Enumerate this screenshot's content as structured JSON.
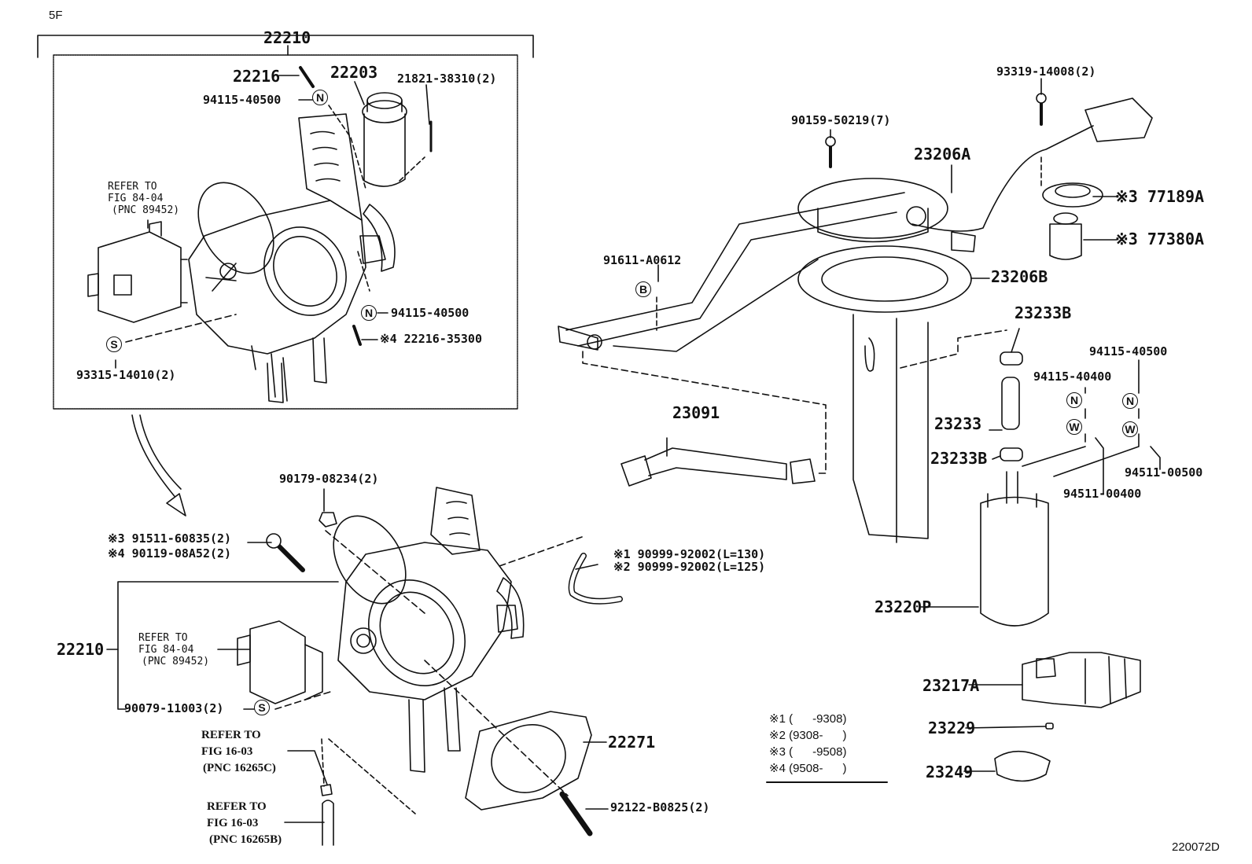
{
  "diagram": {
    "section_code": "5F",
    "figure_id": "220072D",
    "colors": {
      "ink": "#111111",
      "background": "#ffffff"
    },
    "throttle_top": {
      "assembly": "22210",
      "parts": {
        "spring_top": "22216",
        "idle_valve": "22203",
        "screw_valve": "21821-38310(2)",
        "nut_top": "94115-40500",
        "nut_right": "94115-40500",
        "stud_right": "※4 22216-35300",
        "screw_sensor": "93315-14010(2)"
      },
      "refer": {
        "line1": "REFER TO",
        "line2": "FIG 84-04",
        "line3": "(PNC 89452)"
      }
    },
    "throttle_bottom": {
      "assembly": "22210",
      "parts": {
        "nut": "90179-08234(2)",
        "bolt_1": "※3 91511-60835(2)",
        "bolt_2": "※4 90119-08A52(2)",
        "hose_1": "※1 90999-92002(L=130)",
        "hose_2": "※2 90999-92002(L=125)",
        "screw_sensor": "90079-11003(2)",
        "gasket": "22271",
        "stud": "92122-B0825(2)"
      },
      "refer_sensor": {
        "line1": "REFER TO",
        "line2": "FIG 84-04",
        "line3": "(PNC 89452)"
      },
      "refer_clip": {
        "line1": "REFER TO",
        "line2": "FIG 16-03",
        "line3": "(PNC 16265C)"
      },
      "refer_hose": {
        "line1": "REFER TO",
        "line2": "FIG 16-03",
        "line3": "(PNC 16265B)"
      }
    },
    "fuel_pump": {
      "screw_plate": "90159-50219(7)",
      "screw_connector": "93319-14008(2)",
      "bracket_a": "23206A",
      "bracket_b": "23206B",
      "bolt_b": "91611-A0612",
      "fuel_pipe": "23091",
      "retainer": "※3 77189A",
      "cushion": "※3 77380A",
      "clamp_top": "23233B",
      "hose": "23233",
      "clamp_bottom": "23233B",
      "nut_1": "94115-40400",
      "nut_2": "94115-40500",
      "washer_1": "94511-00400",
      "washer_2": "94511-00500",
      "pump": "23220P",
      "filter": "23217A",
      "clip": "23229",
      "cushion_bottom": "23249"
    },
    "symbols": {
      "nut": "N",
      "washer": "W",
      "screw": "S",
      "bolt": "B"
    },
    "legend": [
      {
        "mark": "※1",
        "range": "(      -9308)"
      },
      {
        "mark": "※2",
        "range": "(9308-      )"
      },
      {
        "mark": "※3",
        "range": "(      -9508)"
      },
      {
        "mark": "※4",
        "range": "(9508-      )"
      }
    ]
  }
}
